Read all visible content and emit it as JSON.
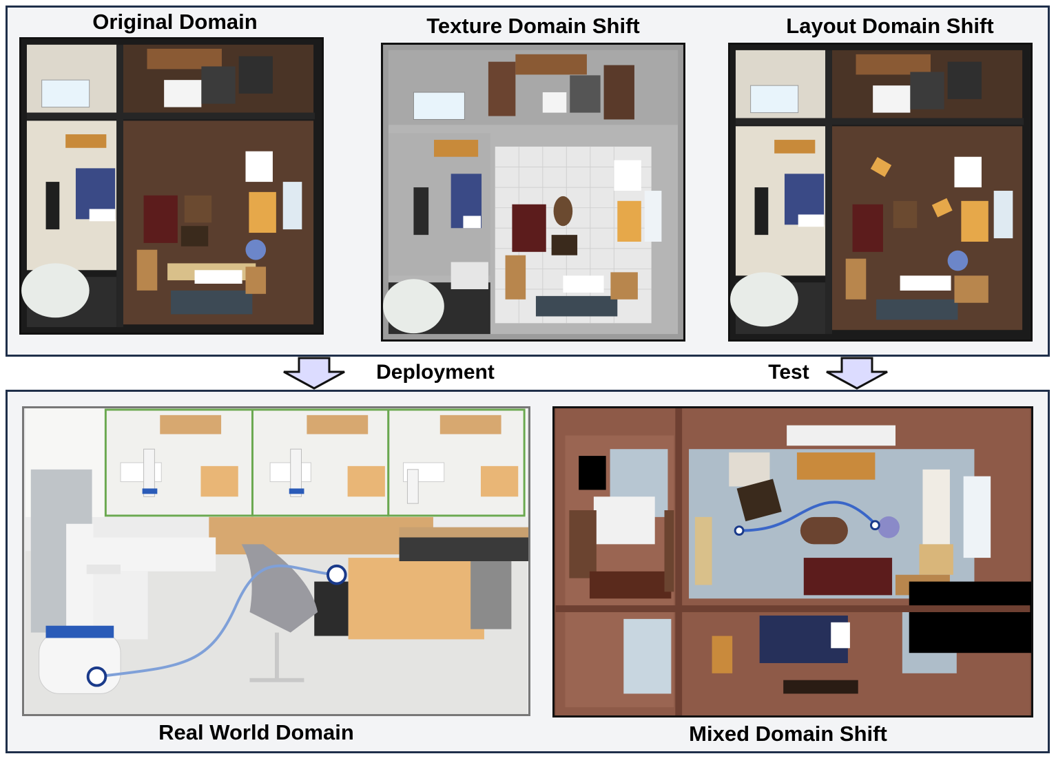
{
  "panels": {
    "original": {
      "label": "Original Domain"
    },
    "texture": {
      "label": "Texture Domain Shift"
    },
    "layout": {
      "label": "Layout Domain Shift"
    },
    "real": {
      "label": "Real World Domain"
    },
    "mixed": {
      "label": "Mixed Domain Shift"
    }
  },
  "arrows": {
    "deployment": {
      "label": "Deployment"
    },
    "test": {
      "label": "Test"
    }
  },
  "colors": {
    "frame_border": "#1f2f4a",
    "frame_fill": "#f3f4f6",
    "arrow_fill": "#dcdcff",
    "trajectory": "#7fa0d8",
    "trajectory_mixed": "#3a66c8",
    "wood_floor": "#5a3e2e",
    "tile_floor": "#e8e8e8",
    "carpet": "#aebdc9",
    "brick": "#8e5a48",
    "bed": "#3a4a86",
    "sofa": "#5c1c1c",
    "cabinet": "#e6a84a",
    "inset_border": "#6aa84f"
  }
}
